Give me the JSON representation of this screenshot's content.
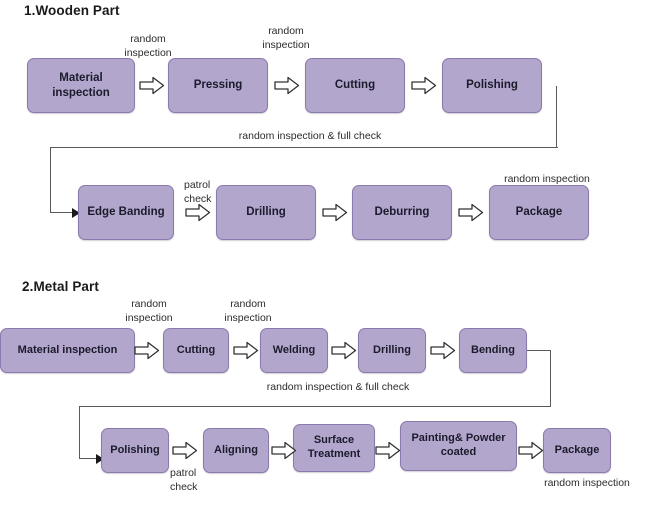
{
  "page": {
    "background": "#ffffff",
    "node_fill": "#b3a6cd",
    "node_border": "#8b7aad",
    "line_color": "#5a5a5a",
    "text_color": "#1b1b2b"
  },
  "sections": [
    {
      "title": "1.Wooden Part",
      "rows": [
        {
          "nodes": [
            {
              "label": "Material\ninspection"
            },
            {
              "label": "Pressing"
            },
            {
              "label": "Cutting"
            },
            {
              "label": "Polishing"
            }
          ],
          "connector_labels": [
            "random\ninspection",
            "random\ninspection",
            ""
          ]
        },
        {
          "nodes": [
            {
              "label": "Edge Banding"
            },
            {
              "label": "Drilling"
            },
            {
              "label": "Deburring"
            },
            {
              "label": "Package"
            }
          ],
          "connector_labels": [
            "patrol\ncheck",
            "",
            ""
          ],
          "node_captions": [
            "",
            "",
            "",
            "random inspection"
          ]
        }
      ],
      "feedback_label": "random inspection & full check"
    },
    {
      "title": "2.Metal Part",
      "rows": [
        {
          "nodes": [
            {
              "label": "Material inspection"
            },
            {
              "label": "Cutting"
            },
            {
              "label": "Welding"
            },
            {
              "label": "Drilling"
            },
            {
              "label": "Bending"
            }
          ],
          "connector_labels": [
            "random\ninspection",
            "random\ninspection",
            "",
            ""
          ]
        },
        {
          "nodes": [
            {
              "label": "Polishing"
            },
            {
              "label": "Aligning"
            },
            {
              "label": "Surface\nTreatment"
            },
            {
              "label": "Painting&  Powder\ncoated"
            },
            {
              "label": "Package"
            }
          ],
          "connector_labels": [
            "patrol\ncheck",
            "",
            "",
            ""
          ],
          "node_captions": [
            "",
            "",
            "",
            "",
            "random inspection"
          ]
        }
      ],
      "feedback_label": "random inspection & full check"
    }
  ]
}
